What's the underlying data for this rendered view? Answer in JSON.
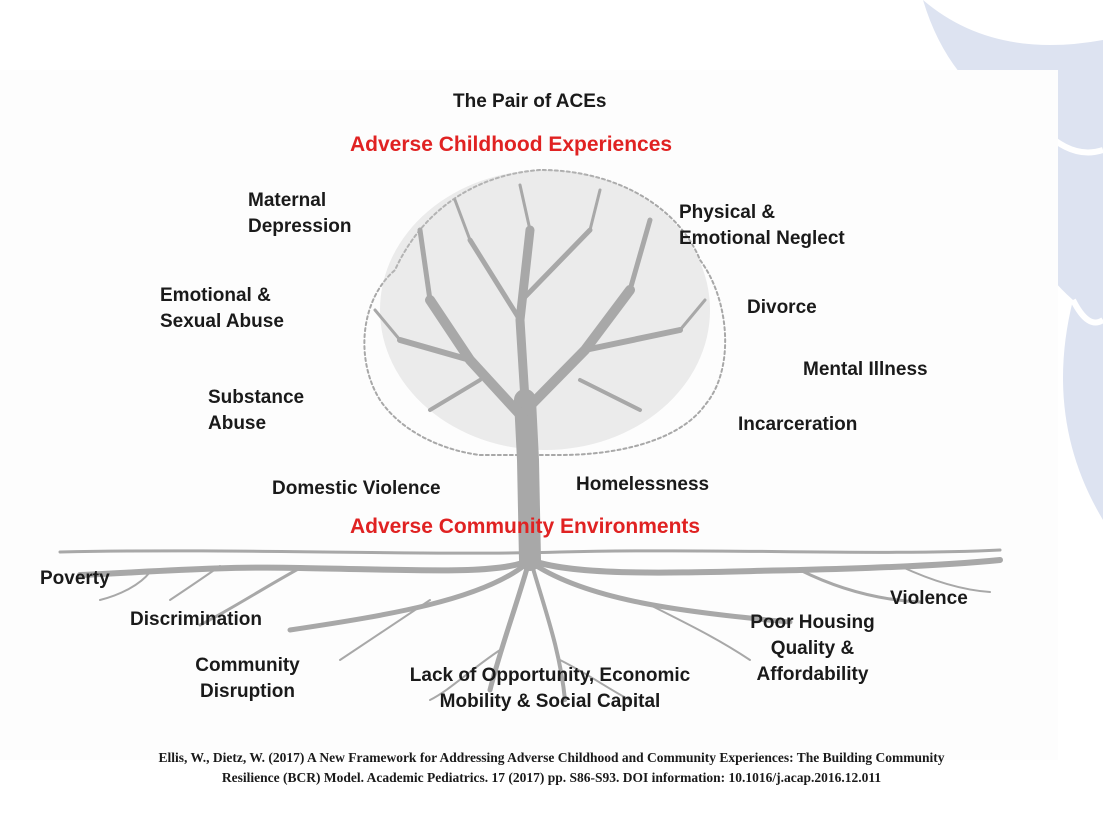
{
  "title": "The Pair of ACEs",
  "subtitle_top": "Adverse Childhood Experiences",
  "subtitle_bottom": "Adverse Community Environments",
  "childhood_experiences": [
    "Maternal\nDepression",
    "Emotional &\nSexual Abuse",
    "Substance\nAbuse",
    "Domestic Violence",
    "Physical &\nEmotional Neglect",
    "Divorce",
    "Mental Illness",
    "Incarceration",
    "Homelessness"
  ],
  "community_environments": [
    "Poverty",
    "Discrimination",
    "Community\nDisruption",
    "Lack of Opportunity, Economic\nMobility & Social Capital",
    "Violence",
    "Poor Housing\nQuality &\nAffordability"
  ],
  "citation": {
    "line1": "Ellis, W., Dietz, W. (2017)  A New Framework for Addressing Adverse Childhood and Community Experiences: The Building Community",
    "line2": "Resilience (BCR) Model. Academic Pediatrics. 17 (2017) pp. S86-S93. DOI information: 10.1016/j.acap.2016.12.011"
  },
  "colors": {
    "accent": "#e02222",
    "tree": "#a8a8a8",
    "decoration": "#dde3f1"
  }
}
